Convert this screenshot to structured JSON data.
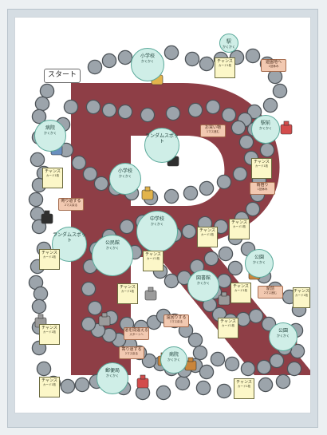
{
  "game": {
    "start_label": "スタート",
    "big_letter": "R",
    "colors": {
      "page_bg": "#ecf0f2",
      "sheet_bg": "#ffffff",
      "letter": "#8e3e46",
      "path_circle": "#9ca4ab",
      "path_circle_edge": "#4d5358",
      "station_fill": "#cfeee7",
      "station_edge": "#5aa99a",
      "chance_fill": "#fcf7c8",
      "event_fill": "#f2c9b1"
    },
    "stations": [
      {
        "title": "小学校",
        "sub": "かくかく"
      },
      {
        "title": "病院",
        "sub": "かくかく"
      },
      {
        "title": "ランダムスポット",
        "sub": ""
      },
      {
        "title": "小学校",
        "sub": "かくかく"
      },
      {
        "title": "駅前",
        "sub": "かくかく"
      },
      {
        "title": "ランダムスポット",
        "sub": ""
      },
      {
        "title": "中学校",
        "sub": "かくかく"
      },
      {
        "title": "公民館",
        "sub": "かくかく"
      },
      {
        "title": "公園",
        "sub": "かくかく"
      },
      {
        "title": "図書館",
        "sub": "かくかく"
      },
      {
        "title": "公園",
        "sub": "かくかく"
      },
      {
        "title": "病院",
        "sub": "かくかく"
      },
      {
        "title": "郵便局",
        "sub": "かくかく"
      },
      {
        "title": "駅",
        "sub": "かくかく"
      }
    ],
    "chance_cards": [
      {
        "title": "チャンス",
        "sub": "カード1枚"
      },
      {
        "title": "チャンス",
        "sub": "カード1枚"
      },
      {
        "title": "チャンス",
        "sub": "カード1枚"
      },
      {
        "title": "チャンス",
        "sub": "カード1枚"
      },
      {
        "title": "チャンス",
        "sub": "カード1枚"
      },
      {
        "title": "チャンス",
        "sub": "カード1枚"
      },
      {
        "title": "チャンス",
        "sub": "カード1枚"
      },
      {
        "title": "チャンス",
        "sub": "カード1枚"
      },
      {
        "title": "チャンス",
        "sub": "カード1枚"
      },
      {
        "title": "チャンス",
        "sub": "カード1枚"
      },
      {
        "title": "チャンス",
        "sub": "カード1枚"
      },
      {
        "title": "チャンス",
        "sub": "カード1枚"
      },
      {
        "title": "チャンス",
        "sub": "カード1枚"
      },
      {
        "title": "チャンス",
        "sub": "カード1枚"
      }
    ],
    "event_tiles": [
      {
        "title": "遊園地へ",
        "sub": "1回休み"
      },
      {
        "title": "お買い物",
        "sub": "1マス進む"
      },
      {
        "title": "寄り道する",
        "sub": "2マス戻る"
      },
      {
        "title": "雨宿り",
        "sub": "1回休み"
      },
      {
        "title": "駅前",
        "sub": "2マス進む"
      },
      {
        "title": "遠回りする",
        "sub": "1マス戻る"
      },
      {
        "title": "寄り道する",
        "sub": "2マス戻る"
      },
      {
        "title": "道を間違える",
        "sub": "スタートへ"
      }
    ],
    "picture_icons": [
      "building-icon",
      "hospital-icon",
      "tank-icon",
      "hospital-icon",
      "fuel-pump-icon",
      "houses-icon",
      "building-icon",
      "pagoda-icon",
      "dog-icon",
      "bear-icon",
      "factory-icon",
      "city-icon",
      "dog-icon",
      "fire-icon",
      "city-icon",
      "hospital-icon"
    ]
  }
}
